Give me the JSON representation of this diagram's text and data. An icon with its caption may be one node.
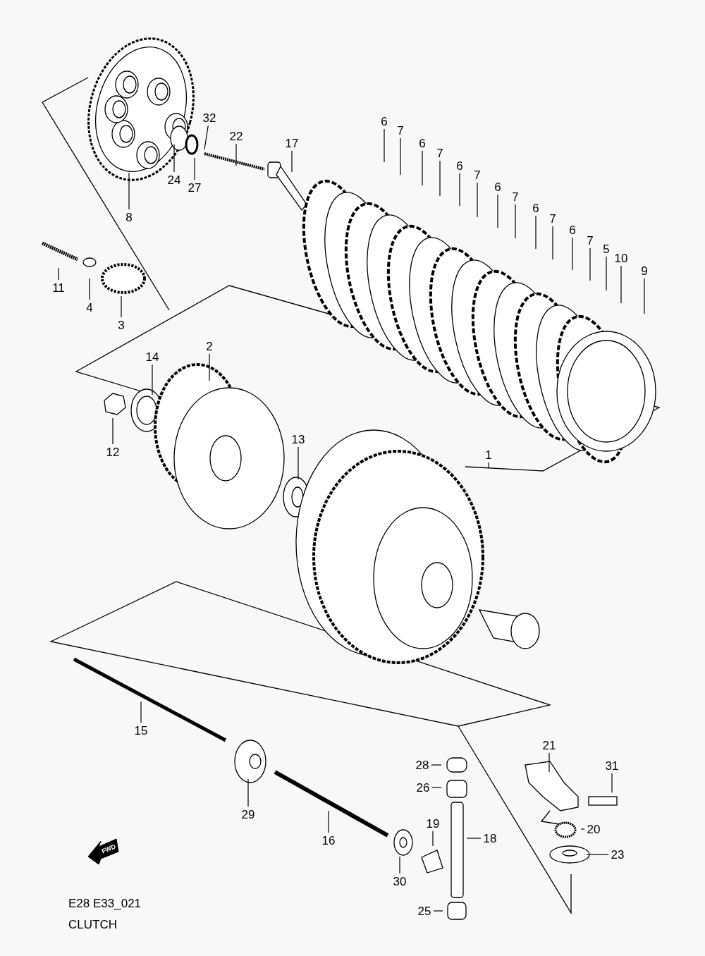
{
  "diagram": {
    "nodes": [
      {
        "text": [
          "6"
        ]
      },
      {
        "text": [
          "7"
        ]
      },
      {
        "text": [
          "6"
        ]
      },
      {
        "text": [
          "7"
        ]
      },
      {
        "text": [
          "6"
        ]
      },
      {
        "text": [
          "7"
        ]
      },
      {
        "text": [
          "6"
        ]
      },
      {
        "text": [
          "7"
        ]
      },
      {
        "text": [
          "6"
        ]
      },
      {
        "text": [
          "7"
        ]
      },
      {
        "text": [
          "6"
        ]
      },
      {
        "text": [
          "7"
        ]
      },
      {
        "text": [
          "5"
        ]
      },
      {
        "text": [
          "10"
        ]
      },
      {
        "text": [
          "9"
        ]
      },
      {
        "text": [
          "32"
        ]
      },
      {
        "text": [
          "22"
        ]
      },
      {
        "text": [
          "17"
        ]
      },
      {
        "text": [
          "24"
        ]
      },
      {
        "text": [
          "27"
        ]
      },
      {
        "text": [
          "8"
        ]
      },
      {
        "text": [
          "11"
        ]
      },
      {
        "text": [
          "4"
        ]
      },
      {
        "text": [
          "3"
        ]
      },
      {
        "text": [
          "2"
        ]
      },
      {
        "text": [
          "14"
        ]
      },
      {
        "text": [
          "13"
        ]
      },
      {
        "text": [
          "12"
        ]
      },
      {
        "text": [
          "1"
        ]
      },
      {
        "text": [
          "15"
        ]
      },
      {
        "text": [
          "21"
        ]
      },
      {
        "text": [
          "28"
        ]
      },
      {
        "text": [
          "31"
        ]
      },
      {
        "text": [
          "26"
        ]
      },
      {
        "text": [
          "29"
        ]
      },
      {
        "text": [
          "20"
        ]
      },
      {
        "text": [
          "19"
        ]
      },
      {
        "text": [
          "18"
        ]
      },
      {
        "text": [
          "16"
        ]
      },
      {
        "text": [
          "23"
        ]
      },
      {
        "text": [
          "30"
        ]
      },
      {
        "text": [
          "25"
        ]
      }
    ],
    "edges": [
      {
        "from": 0,
        "to": null,
        "arrow": "none"
      },
      {
        "from": 1,
        "to": null,
        "arrow": "none"
      },
      {
        "from": 2,
        "to": null,
        "arrow": "none"
      },
      {
        "from": 3,
        "to": null,
        "arrow": "none"
      },
      {
        "from": 4,
        "to": null,
        "arrow": "none"
      },
      {
        "from": 5,
        "to": null,
        "arrow": "none"
      },
      {
        "from": 6,
        "to": null,
        "arrow": "none"
      },
      {
        "from": 7,
        "to": null,
        "arrow": "none"
      },
      {
        "from": 8,
        "to": null,
        "arrow": "none"
      },
      {
        "from": 9,
        "to": null,
        "arrow": "none"
      },
      {
        "from": 10,
        "to": null,
        "arrow": "none"
      },
      {
        "from": 11,
        "to": null,
        "arrow": "none"
      },
      {
        "from": 12,
        "to": null,
        "arrow": "none"
      },
      {
        "from": 13,
        "to": null,
        "arrow": "none"
      },
      {
        "from": 14,
        "to": null,
        "arrow": "none"
      },
      {
        "from": 15,
        "to": null,
        "arrow": "none"
      },
      {
        "from": 16,
        "to": null,
        "arrow": "none"
      },
      {
        "from": 17,
        "to": null,
        "arrow": "none"
      },
      {
        "from": 18,
        "to": null,
        "arrow": "none"
      },
      {
        "from": 19,
        "to": null,
        "arrow": "none"
      },
      {
        "from": 20,
        "to": null,
        "arrow": "none"
      },
      {
        "from": 21,
        "to": null,
        "arrow": "none"
      },
      {
        "from": 22,
        "to": null,
        "arrow": "none"
      },
      {
        "from": 23,
        "to": null,
        "arrow": "none"
      },
      {
        "from": 24,
        "to": null,
        "arrow": "none"
      },
      {
        "from": 25,
        "to": null,
        "arrow": "none"
      },
      {
        "from": 26,
        "to": null,
        "arrow": "none"
      },
      {
        "from": 27,
        "to": null,
        "arrow": "none"
      },
      {
        "from": 28,
        "to": null,
        "arrow": "none"
      },
      {
        "from": 29,
        "to": null,
        "arrow": "none"
      },
      {
        "from": 30,
        "to": null,
        "arrow": "none"
      },
      {
        "from": 31,
        "to": null,
        "arrow": "none"
      },
      {
        "from": 32,
        "to": null,
        "arrow": "none"
      },
      {
        "from": 33,
        "to": null,
        "arrow": "none"
      },
      {
        "from": 34,
        "to": null,
        "arrow": "none"
      },
      {
        "from": 35,
        "to": null,
        "arrow": "none"
      },
      {
        "from": 36,
        "to": null,
        "arrow": "none"
      },
      {
        "from": 37,
        "to": null,
        "arrow": "none"
      },
      {
        "from": 38,
        "to": null,
        "arrow": "none"
      },
      {
        "from": 39,
        "to": null,
        "arrow": "none"
      },
      {
        "from": 40,
        "to": null,
        "arrow": "none"
      },
      {
        "from": 41,
        "to": null,
        "arrow": "none"
      }
    ],
    "labels": [
      "FWD",
      "E28 E33_021",
      "CLUTCH"
    ]
  }
}
